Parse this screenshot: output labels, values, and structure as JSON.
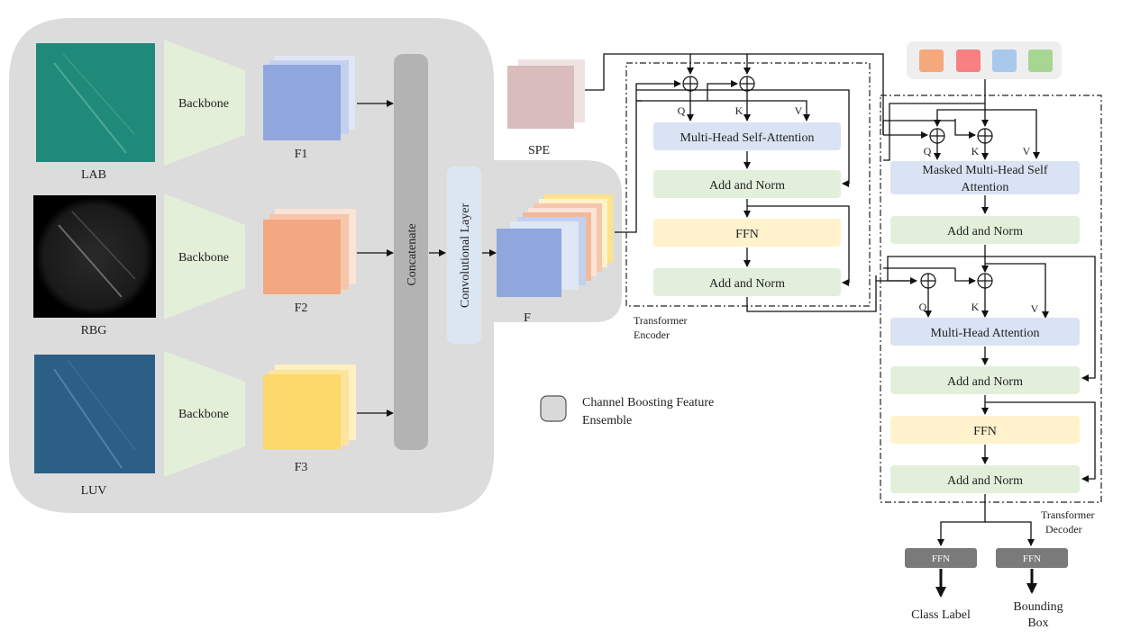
{
  "ensemble": {
    "images": [
      "LAB",
      "RBG",
      "LUV"
    ],
    "backbone_label": "Backbone",
    "features": [
      "F1",
      "F2",
      "F3"
    ],
    "concat_label": "Concatenate",
    "conv_label": "Convolutional Layer",
    "fused_label": "F",
    "legend_label_line1": "Channel Boosting Feature",
    "legend_label_line2": "Ensemble"
  },
  "spe_label": "SPE",
  "encoder": {
    "q": "Q",
    "k": "K",
    "v": "V",
    "mhsa": "Multi-Head Self-Attention",
    "add_norm": "Add and Norm",
    "ffn": "FFN",
    "caption_line1": "Transformer",
    "caption_line2": "Encoder"
  },
  "decoder": {
    "q": "Q",
    "k": "K",
    "v": "V",
    "masked_line1": "Masked Multi-Head Self",
    "masked_line2": "Attention",
    "mha": "Multi-Head Attention",
    "add_norm": "Add and Norm",
    "ffn": "FFN",
    "caption_line1": "Transformer",
    "caption_line2": "Decoder",
    "query_colors": [
      "#f4a87c",
      "#f78080",
      "#a8c8ec",
      "#a7d592"
    ]
  },
  "heads": {
    "ffn": "FFN",
    "class_label": "Class Label",
    "bbox_line1": "Bounding",
    "bbox_line2": "Box"
  },
  "colors": {
    "ensemble_bg": "#dcdcdc",
    "backbone": "#e3efd9",
    "f1": "#8fa7dd",
    "f2": "#f2a880",
    "f3": "#fdd86a",
    "concat": "#b3b3b3",
    "conv": "#dce6f2",
    "attention": "#dae3f3",
    "add_norm": "#e2efda",
    "ffn_block": "#fff2cc",
    "spe": "#d9bcbc",
    "head": "#7a7a7a"
  }
}
